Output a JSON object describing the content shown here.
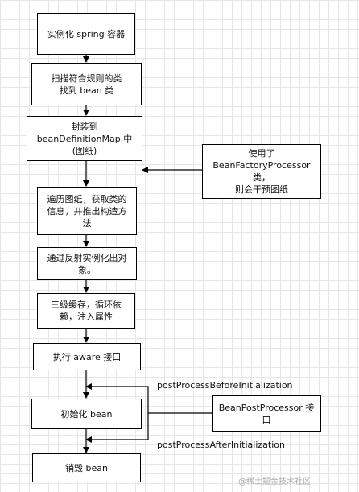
{
  "nodes": {
    "instantiate_container": "实例化 spring 容器",
    "scan_classes": "扫描符合规则的类\n找到 bean 类",
    "encapsulate": "封装到\nbeanDefinitionMap 中\n(图纸)",
    "factory_processor": "使用了\nBeanFactoryProcessor 类，\n则会干预图纸",
    "traverse": "遍历图纸，获取类的\n信息，并推出构造方\n法",
    "reflection": "通过反射实例化出对\n象。",
    "cache": "三级缓存，循环依\n赖，注入属性",
    "aware": "执行 aware 接口",
    "init_bean": "初始化 bean",
    "post_processor": "BeanPostProcessor 接\n口",
    "destroy": "销毁 bean"
  },
  "labels": {
    "before_init": "postProcessBeforeInitialization",
    "after_init": "postProcessAfterInitialization"
  },
  "watermark": "@稀土掘金技术社区"
}
